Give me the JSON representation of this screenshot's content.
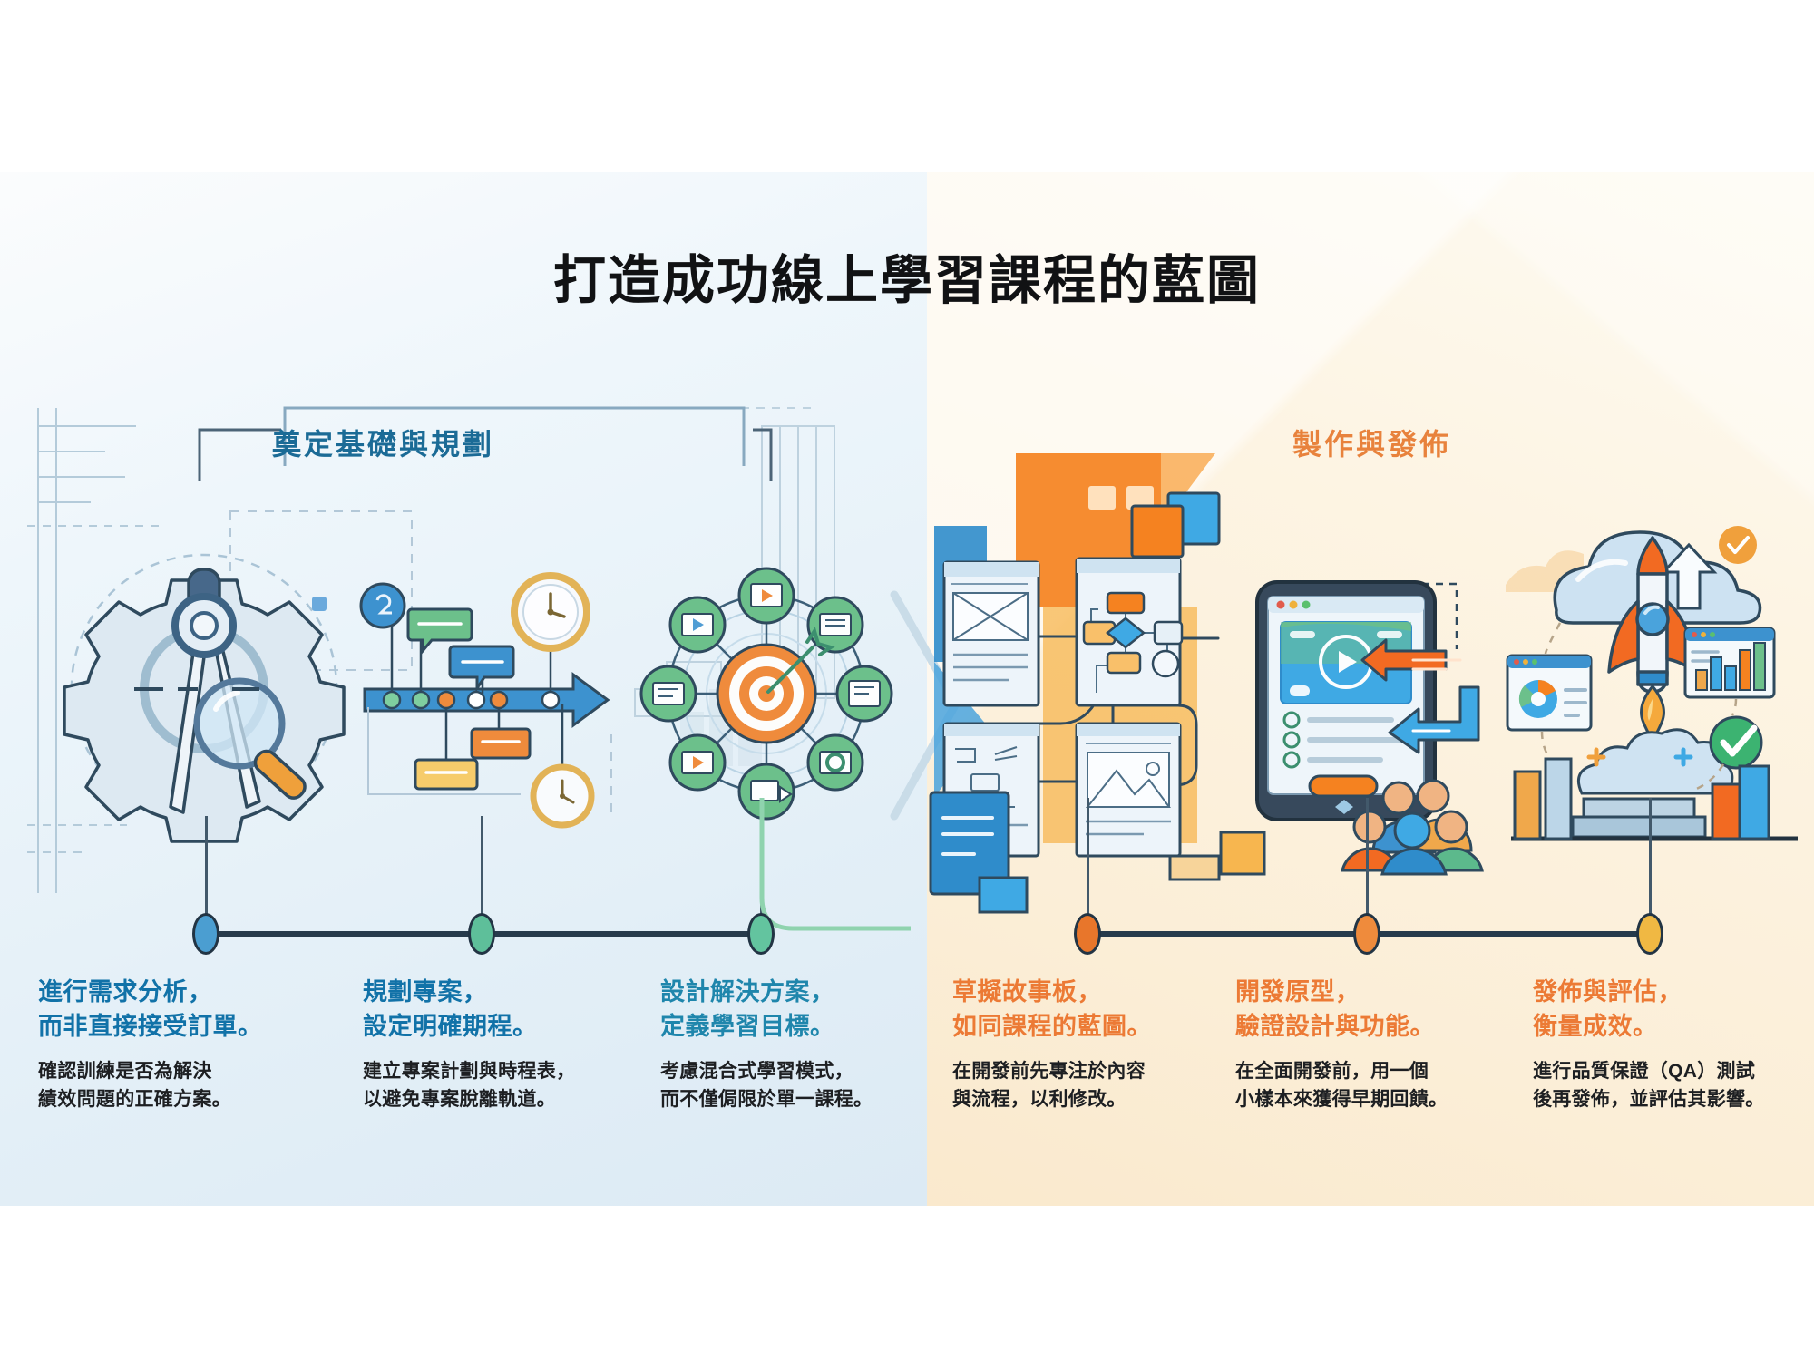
{
  "title": "打造成功線上學習課程的藍圖",
  "sections": [
    {
      "id": "left",
      "label": "奠定基礎與規劃",
      "color": "#1b6b96"
    },
    {
      "id": "right",
      "label": "製作與發佈",
      "color": "#e8823c"
    }
  ],
  "timeline": {
    "dots": [
      {
        "color": "#4b9ed1",
        "label": "step-1-dot"
      },
      {
        "color": "#5ebf9a",
        "label": "step-2-dot"
      },
      {
        "color": "#63c49f",
        "label": "step-3-dot"
      },
      {
        "color": "#e8762b",
        "label": "step-4-dot"
      },
      {
        "color": "#ef8b3c",
        "label": "step-5-dot"
      },
      {
        "color": "#f0b843",
        "label": "step-6-dot"
      }
    ],
    "line_color": "#273b4c"
  },
  "steps": [
    {
      "index": 1,
      "heading_line1": "進行需求分析，",
      "heading_line2": "而非直接接受訂單。",
      "body_line1": "確認訓練是否為解決",
      "body_line2": "績效問題的正確方案。",
      "heading_color": "#1172a8",
      "icon": "compass-gear-magnifier-icon"
    },
    {
      "index": 2,
      "heading_line1": "規劃專案，",
      "heading_line2": "設定明確期程。",
      "body_line1": "建立專案計劃與時程表，",
      "body_line2": "以避免專案脫離軌道。",
      "heading_color": "#1172a8",
      "icon": "timeline-gantt-clock-icon"
    },
    {
      "index": 3,
      "heading_line1": "設計解決方案，",
      "heading_line2": "定義學習目標。",
      "body_line1": "考慮混合式學習模式，",
      "body_line2": "而不僅侷限於單一課程。",
      "heading_color": "#1f86ac",
      "icon": "target-blended-learning-wheel-icon"
    },
    {
      "index": 4,
      "heading_line1": "草擬故事板，",
      "heading_line2": "如同課程的藍圖。",
      "body_line1": "在開發前先專注於內容",
      "body_line2": "與流程，以利修改。",
      "heading_color": "#ec7a35",
      "icon": "storyboard-wireframe-flow-icon"
    },
    {
      "index": 5,
      "heading_line1": "開發原型，",
      "heading_line2": "驗證設計與功能。",
      "body_line1": "在全面開發前，用一個",
      "body_line2": "小樣本來獲得早期回饋。",
      "heading_color": "#ec7a35",
      "icon": "tablet-prototype-feedback-icon"
    },
    {
      "index": 6,
      "heading_line1": "發佈與評估，",
      "heading_line2": "衡量成效。",
      "body_line1": "進行品質保證（QA）測試",
      "body_line2": "後再發佈，並評估其影響。",
      "heading_color": "#ec7a35",
      "icon": "rocket-launch-analytics-icon"
    }
  ],
  "palette": {
    "blueprint_bg_start": "#fbfcfd",
    "blueprint_bg_end": "#dceaf4",
    "production_bg_start": "#fdfbf2",
    "production_bg_end": "#fae9cd",
    "accent_blue": "#1172a8",
    "accent_orange": "#ec7a35",
    "accent_green": "#5ebf9a",
    "ink": "#223444"
  }
}
